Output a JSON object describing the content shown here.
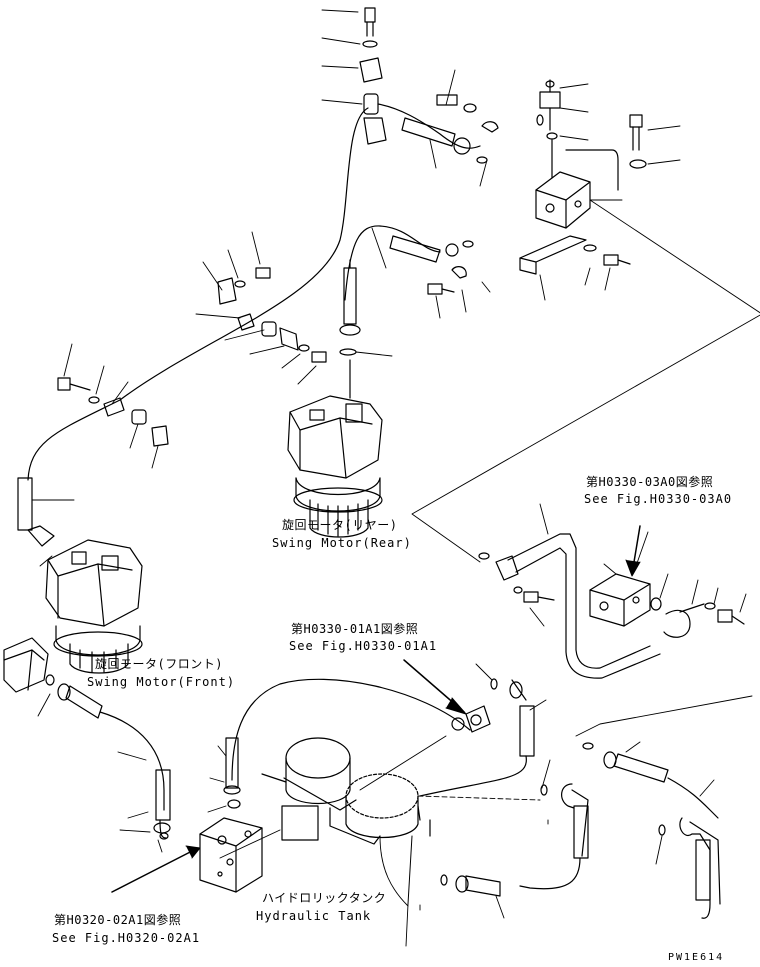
{
  "labels": {
    "swing_motor_rear_jp": "旋回モータ(リヤー)",
    "swing_motor_rear_en": "Swing Motor(Rear)",
    "swing_motor_front_jp": "旋回モータ(フロント)",
    "swing_motor_front_en": "Swing Motor(Front)",
    "hydraulic_tank_jp": "ハイドロリックタンク",
    "hydraulic_tank_en": "Hydraulic Tank",
    "ref_03a0_jp": "第H0330-03A0図参照",
    "ref_03a0_en": "See Fig.H0330-03A0",
    "ref_01a1_jp": "第H0330-01A1図参照",
    "ref_01a1_en": "See Fig.H0330-01A1",
    "ref_02a1_jp": "第H0320-02A1図参照",
    "ref_02a1_en": "See Fig.H0320-02A1",
    "drawing_code": "PW1E614"
  },
  "colors": {
    "line": "#000000",
    "background": "#ffffff"
  }
}
